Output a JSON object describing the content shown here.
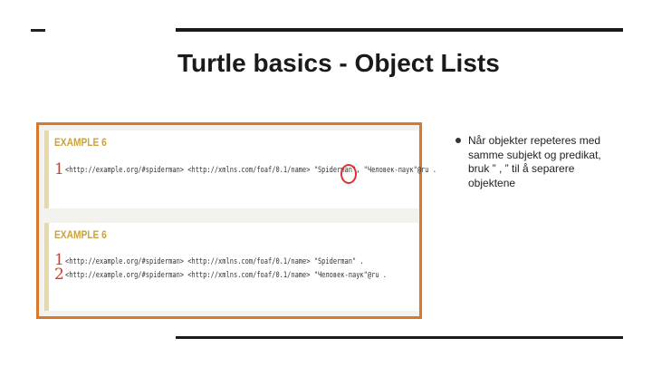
{
  "slide": {
    "title": "Turtle basics - Object Lists",
    "bullet": "Når objekter repeteres med samme subjekt og predikat, bruk ” , ” til å separere objektene"
  },
  "figure": {
    "panel1": {
      "label": "EXAMPLE 6",
      "line1": "<http://example.org/#spiderman> <http://xmlns.com/foaf/0.1/name> \"Spiderman\", \"Человек-паук\"@ru .",
      "mark1": "1"
    },
    "panel2": {
      "label": "EXAMPLE 6",
      "line1": "<http://example.org/#spiderman> <http://xmlns.com/foaf/0.1/name> \"Spiderman\" .",
      "line2": "<http://example.org/#spiderman> <http://xmlns.com/foaf/0.1/name> \"Человек-паук\"@ru .",
      "mark1": "1",
      "mark2": "2"
    }
  },
  "colors": {
    "frame_border": "#d9772b",
    "annotation_red": "#d23a2a",
    "example_label": "#c9a23a"
  }
}
